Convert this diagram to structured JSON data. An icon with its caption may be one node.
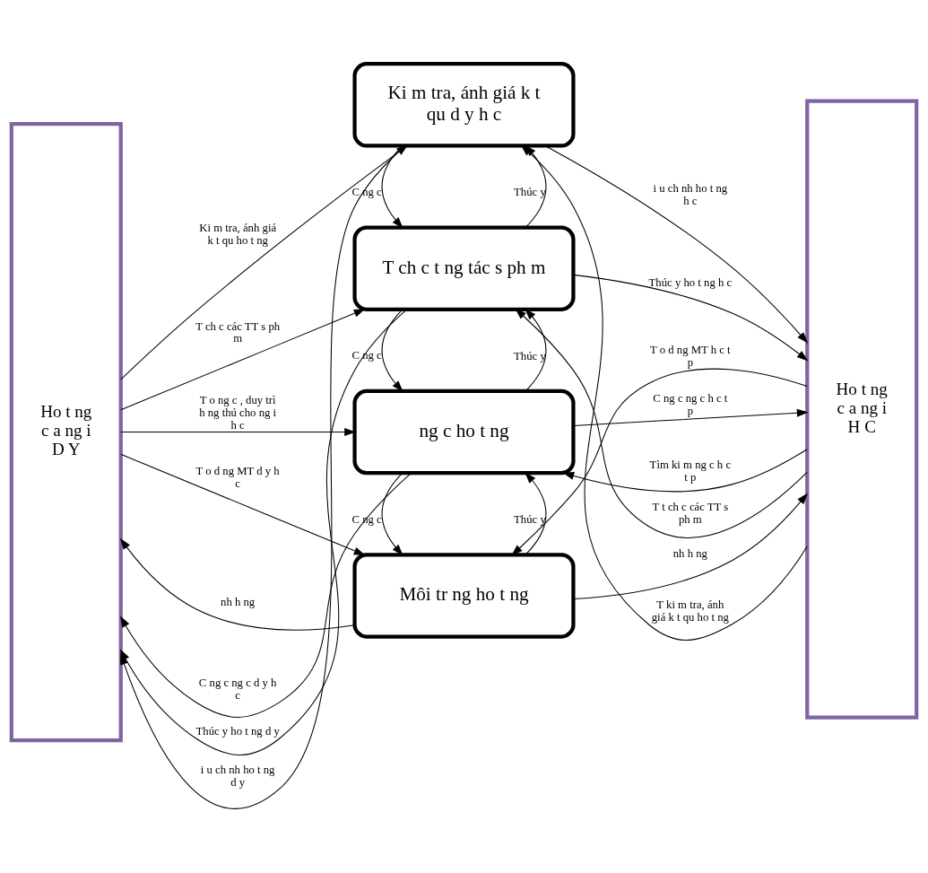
{
  "diagram": {
    "nodes": [
      {
        "text": [
          "Ho t ng c a ng i D Y"
        ]
      },
      {
        "text": [
          "Môi tr ng ho t ng"
        ]
      },
      {
        "text": [
          "ng c ho t ng"
        ]
      },
      {
        "text": [
          "T ch c t ng tác s ph m"
        ]
      },
      {
        "text": [
          "Ki m tra, ánh giá k t qu d y h c"
        ]
      },
      {
        "text": [
          "Ho t ng c a ng i H C"
        ]
      }
    ],
    "edges": [
      {
        "from": 0,
        "to": 1,
        "arrow": "to",
        "label": "T o d ng MT d y h c"
      },
      {
        "from": 1,
        "to": 0,
        "arrow": "to",
        "label": "nh h ng"
      },
      {
        "from": 5,
        "to": 1,
        "arrow": "to",
        "label": "T o d ng MT h c t p"
      },
      {
        "from": 1,
        "to": 5,
        "arrow": "to",
        "label": "nh h ng"
      },
      {
        "from": 1,
        "to": 2,
        "arrow": "to",
        "label": "Thúc y"
      },
      {
        "from": 2,
        "to": 1,
        "arrow": "to",
        "label": "C ng c"
      },
      {
        "from": 0,
        "to": 2,
        "arrow": "to",
        "label": "T o ng c , duy trì h ng thú cho ng i h c"
      },
      {
        "from": 2,
        "to": 0,
        "arrow": "to",
        "label": "C ng c ng c d y h c"
      },
      {
        "from": 5,
        "to": 2,
        "arrow": "to",
        "label": "Tìm ki m ng c h c t p"
      },
      {
        "from": 2,
        "to": 5,
        "arrow": "to",
        "label": "C ng c ng c h c t p"
      },
      {
        "from": 2,
        "to": 3,
        "arrow": "to",
        "label": "Thúc y"
      },
      {
        "from": 3,
        "to": 2,
        "arrow": "to",
        "label": "C ng c"
      },
      {
        "from": 0,
        "to": 3,
        "arrow": "to",
        "label": "T ch c các TT s ph m"
      },
      {
        "from": 3,
        "to": 0,
        "arrow": "to",
        "label": "Thúc y ho t ng d y"
      },
      {
        "from": 5,
        "to": 3,
        "arrow": "to",
        "label": "T t ch c các TT s ph m"
      },
      {
        "from": 3,
        "to": 5,
        "arrow": "to",
        "label": "Thúc y ho t ng h c"
      },
      {
        "from": 3,
        "to": 4,
        "arrow": "to",
        "label": "Thúc y"
      },
      {
        "from": 4,
        "to": 3,
        "arrow": "to",
        "label": "C ng c"
      },
      {
        "from": 0,
        "to": 4,
        "arrow": "to",
        "label": "Ki m tra, ánh giá k t qu ho t ng"
      },
      {
        "from": 4,
        "to": 0,
        "arrow": "to",
        "label": "i u ch nh ho t ng d y"
      },
      {
        "from": 5,
        "to": 4,
        "arrow": "to",
        "label": "T ki m tra, ánh giá k t qu ho t ng"
      },
      {
        "from": 4,
        "to": 5,
        "arrow": "to",
        "label": "i u ch nh ho t ng h c"
      }
    ]
  }
}
